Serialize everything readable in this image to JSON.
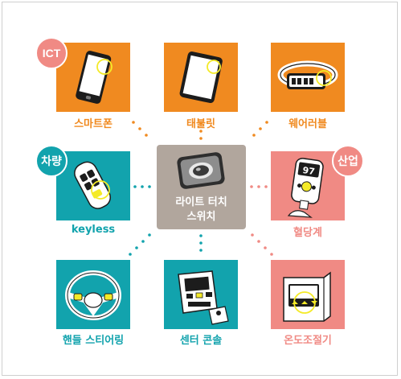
{
  "colors": {
    "orange": "#f08a20",
    "teal": "#12a3ad",
    "pink": "#f08a84",
    "center": "#b1a69d",
    "ict_badge": "#f08a84",
    "vehicle_badge": "#12a3ad",
    "industry_badge": "#f08a84"
  },
  "center": {
    "line1": "라이트 터치",
    "line2": "스위치",
    "icon": "touch-switch-icon"
  },
  "badges": {
    "ict": "ICT",
    "vehicle": "차량",
    "industry": "산업"
  },
  "items": [
    {
      "label": "스마트폰",
      "icon": "smartphone-icon",
      "group": "ICT"
    },
    {
      "label": "태블릿",
      "icon": "tablet-icon",
      "group": "ICT"
    },
    {
      "label": "웨어러블",
      "icon": "wearable-band-icon",
      "group": "ICT"
    },
    {
      "label": "keyless",
      "icon": "car-key-fob-icon",
      "group": "차량"
    },
    {
      "label": "혈당계",
      "icon": "glucose-meter-icon",
      "group": "산업"
    },
    {
      "label": "핸들 스티어링",
      "icon": "steering-wheel-icon",
      "group": "차량"
    },
    {
      "label": "센터 콘솔",
      "icon": "center-console-icon",
      "group": "차량"
    },
    {
      "label": "온도조절기",
      "icon": "thermostat-icon",
      "group": "산업"
    }
  ]
}
